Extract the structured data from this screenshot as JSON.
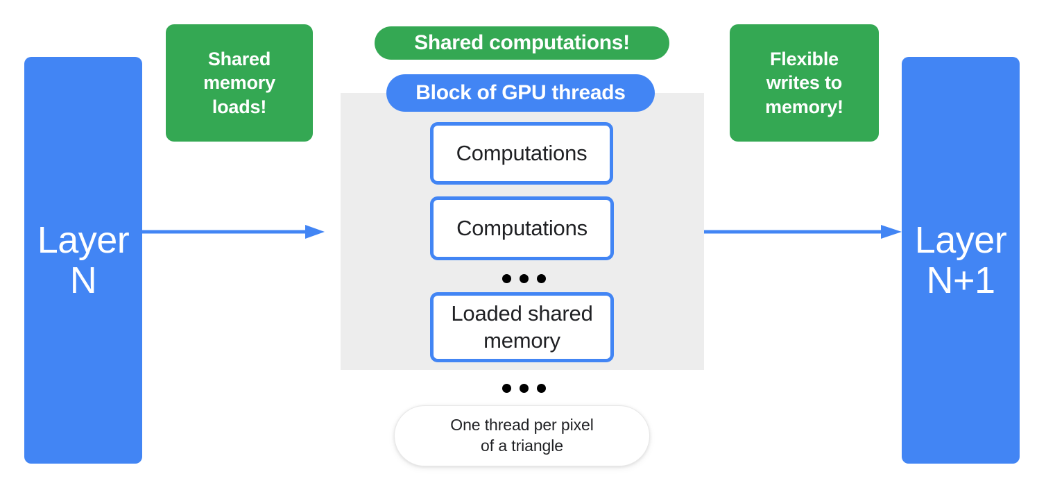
{
  "diagram": {
    "title": "GPU thread block shared memory dataflow",
    "colors": {
      "blue": "#4285F4",
      "green": "#34A853",
      "gray_block": "#EDEDED",
      "box_text": "#202124",
      "white": "#FFFFFF",
      "dot": "#000000"
    }
  },
  "layers": {
    "input": {
      "label": "Layer\nN"
    },
    "output": {
      "label": "Layer\nN+1"
    }
  },
  "arrows": {
    "input_to_block": {
      "name": "arrow-layer-n-to-block"
    },
    "block_to_output": {
      "name": "arrow-block-to-layer-n1"
    }
  },
  "callouts": {
    "shared_memory_loads": "Shared\nmemory\nloads!",
    "shared_computations": "Shared computations!",
    "flexible_writes": "Flexible\nwrites to\nmemory!"
  },
  "gpu_block": {
    "title": "Block of GPU threads",
    "threads": [
      {
        "label": "Computations"
      },
      {
        "label": "Computations"
      },
      {
        "label": "Loaded shared\nmemory"
      }
    ],
    "inner_ellipsis": "• • •",
    "outer_ellipsis": "• • •"
  },
  "caption": {
    "text": "One thread per pixel\nof a triangle"
  }
}
